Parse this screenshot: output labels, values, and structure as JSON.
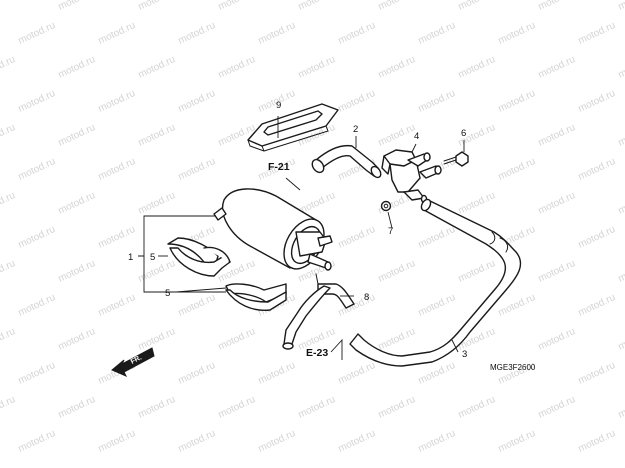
{
  "watermark": {
    "text": "motod.ru",
    "color": "#d4d4d4"
  },
  "diagram_code": "MGE3F2600",
  "references": {
    "f21": "F-21",
    "e23": "E-23"
  },
  "direction_label": "FR.",
  "callouts": {
    "c1": "1",
    "c2": "2",
    "c3": "3",
    "c4": "4",
    "c5a": "5",
    "c5b": "5",
    "c6": "6",
    "c7": "7",
    "c8": "8",
    "c9": "9"
  },
  "colors": {
    "line": "#1a1a1a",
    "background": "#ffffff"
  }
}
